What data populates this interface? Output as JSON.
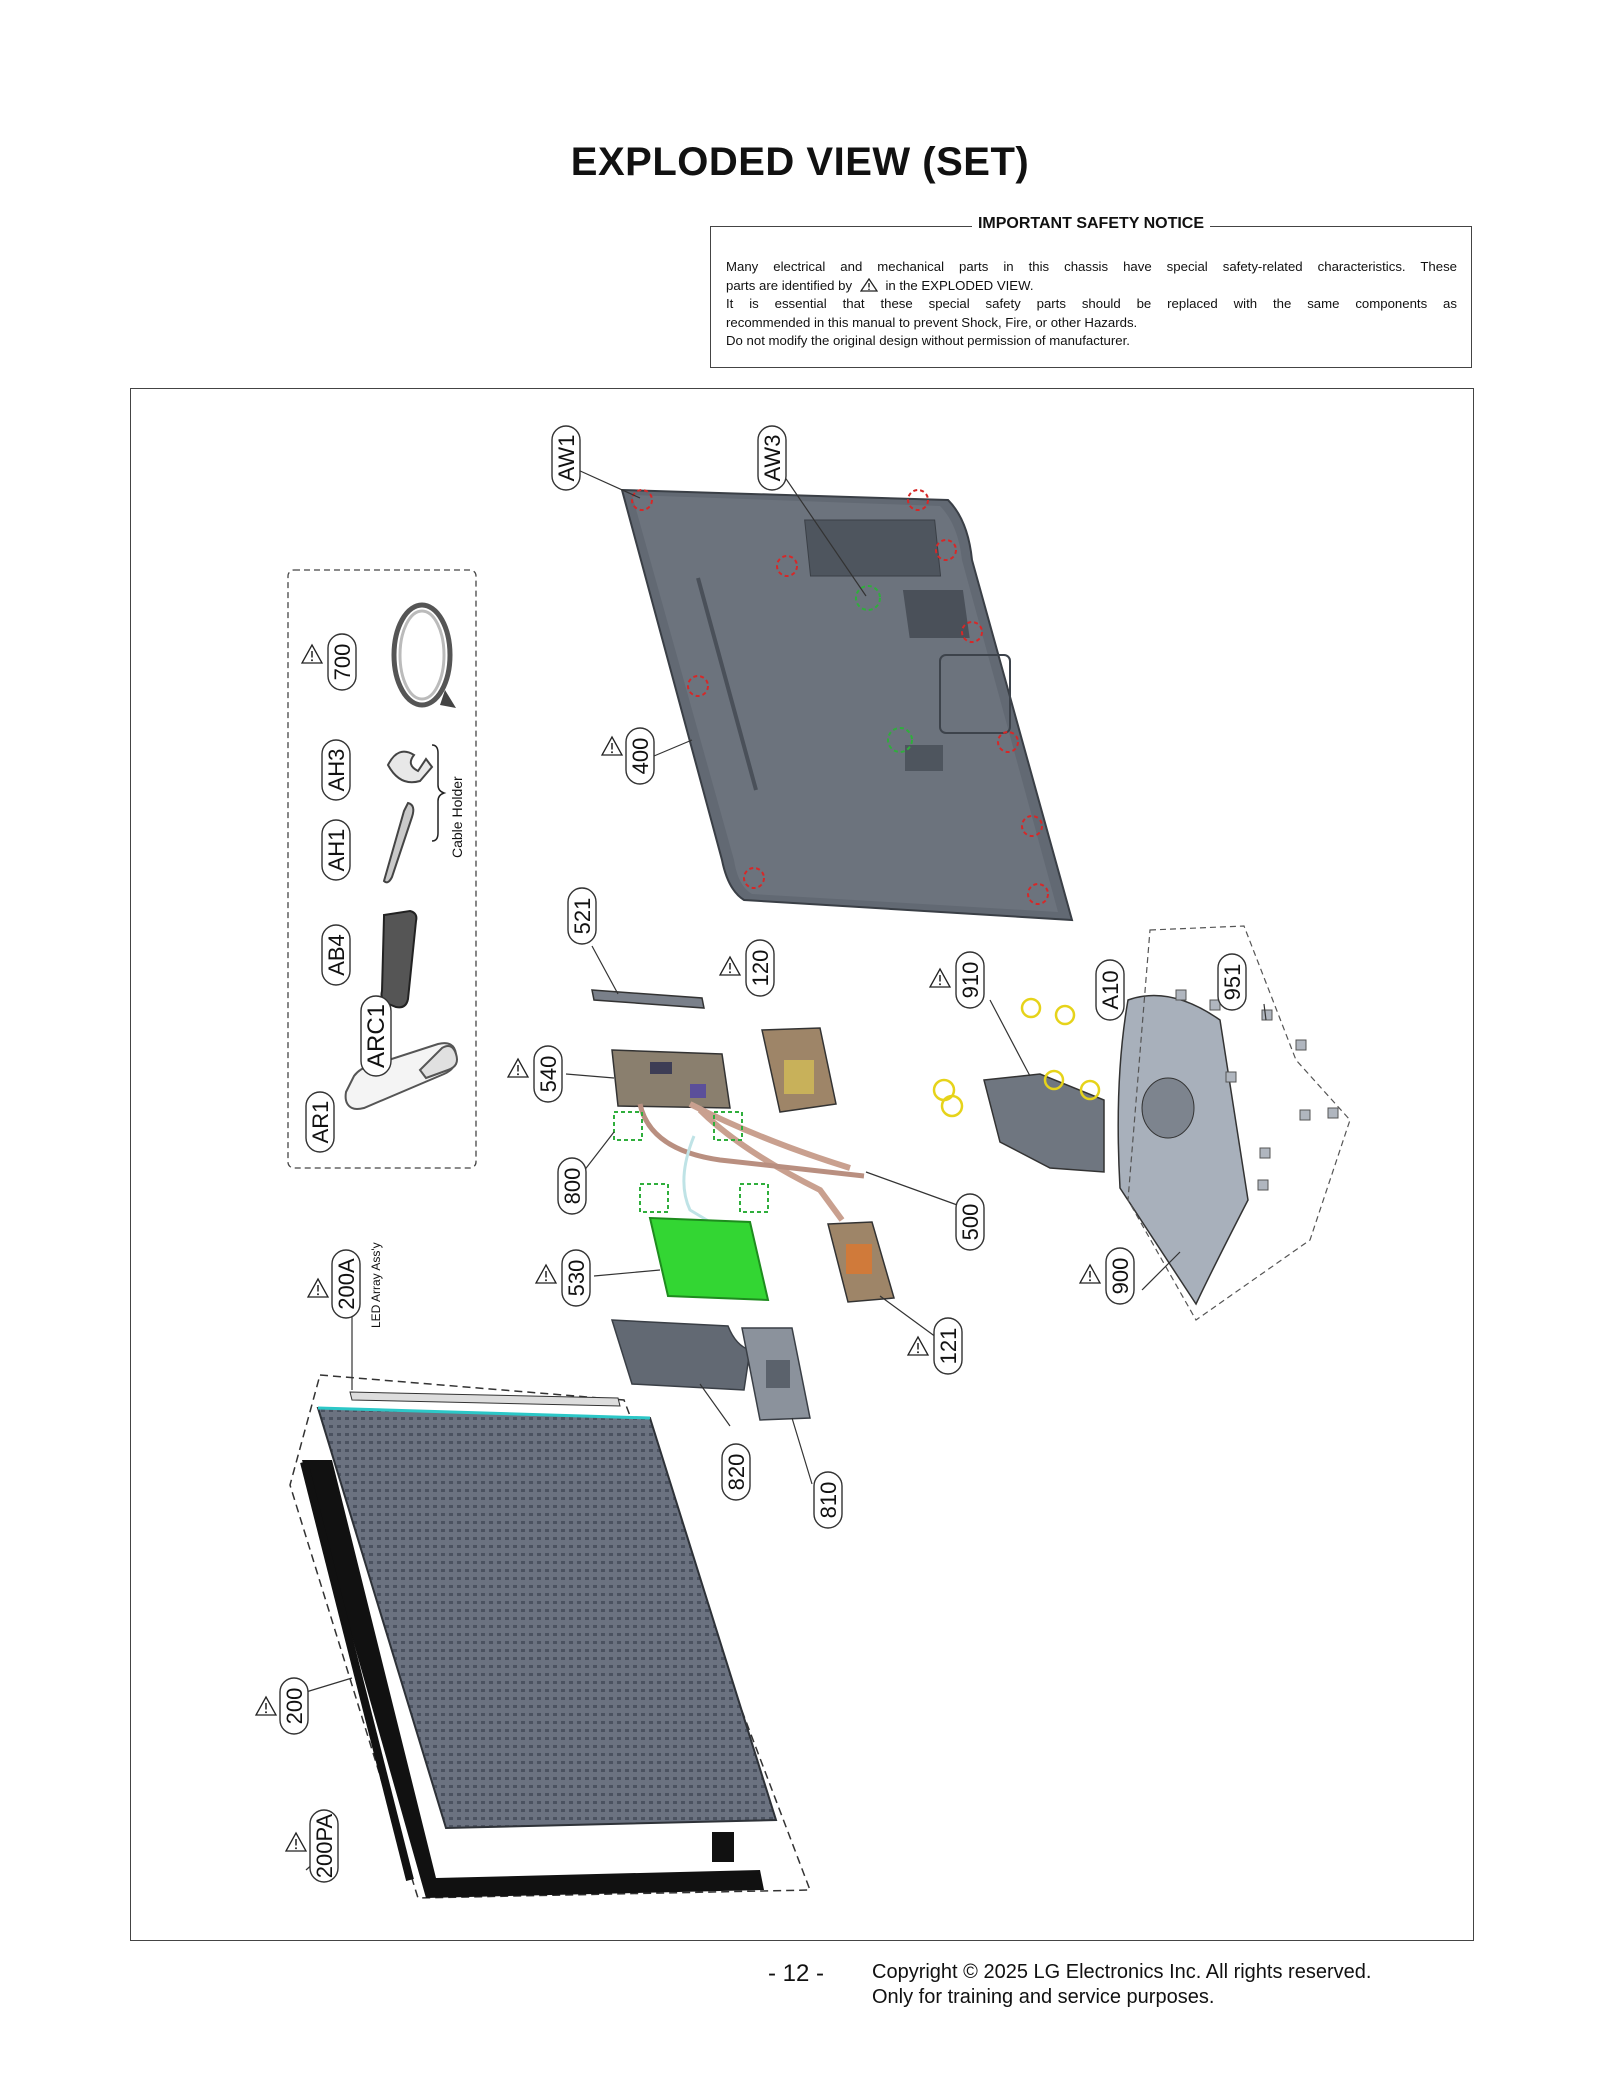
{
  "page_title": "EXPLODED VIEW (SET)",
  "safety_notice": {
    "heading": "IMPORTANT SAFETY NOTICE",
    "line1": "Many electrical and mechanical parts in this chassis have special safety-related characteristics. These",
    "line2_before_icon": "parts are identified by",
    "line2_after_icon": "in the EXPLODED VIEW.",
    "line3": "It is essential that these special safety parts should be replaced with the same components as",
    "line4": "recommended in this manual to prevent Shock, Fire, or other Hazards.",
    "line5": "Do not modify the original design without permission of manufacturer."
  },
  "part_labels": {
    "AW1": "AW1",
    "AW3": "AW3",
    "p400": "400",
    "p700": "700",
    "AH3": "AH3",
    "AH1": "AH1",
    "AB4": "AB4",
    "ARC1": "ARC1",
    "AR1": "AR1",
    "p521": "521",
    "p120": "120",
    "p540": "540",
    "p800": "800",
    "p530": "530",
    "p500": "500",
    "p121": "121",
    "p910": "910",
    "A10": "A10",
    "p951": "951",
    "p900": "900",
    "p200A": "200A",
    "p820": "820",
    "p810": "810",
    "p200": "200",
    "p200PA": "200PA"
  },
  "annotations": {
    "cable_holder": "Cable Holder",
    "led_array": "LED Array Ass'y"
  },
  "footer": {
    "page_number": "- 12 -",
    "copyright_line1": "Copyright © 2025 LG Electronics Inc. All rights reserved.",
    "copyright_line2": "Only for training and service purposes."
  },
  "icons": {
    "safety_mark": "warning-triangle-icon"
  },
  "colors": {
    "panel_gray": "#626973",
    "board_green": "#33d633",
    "marker_red": "#d62828",
    "marker_green": "#2fae3c",
    "marker_yellow": "#e6d31a"
  }
}
